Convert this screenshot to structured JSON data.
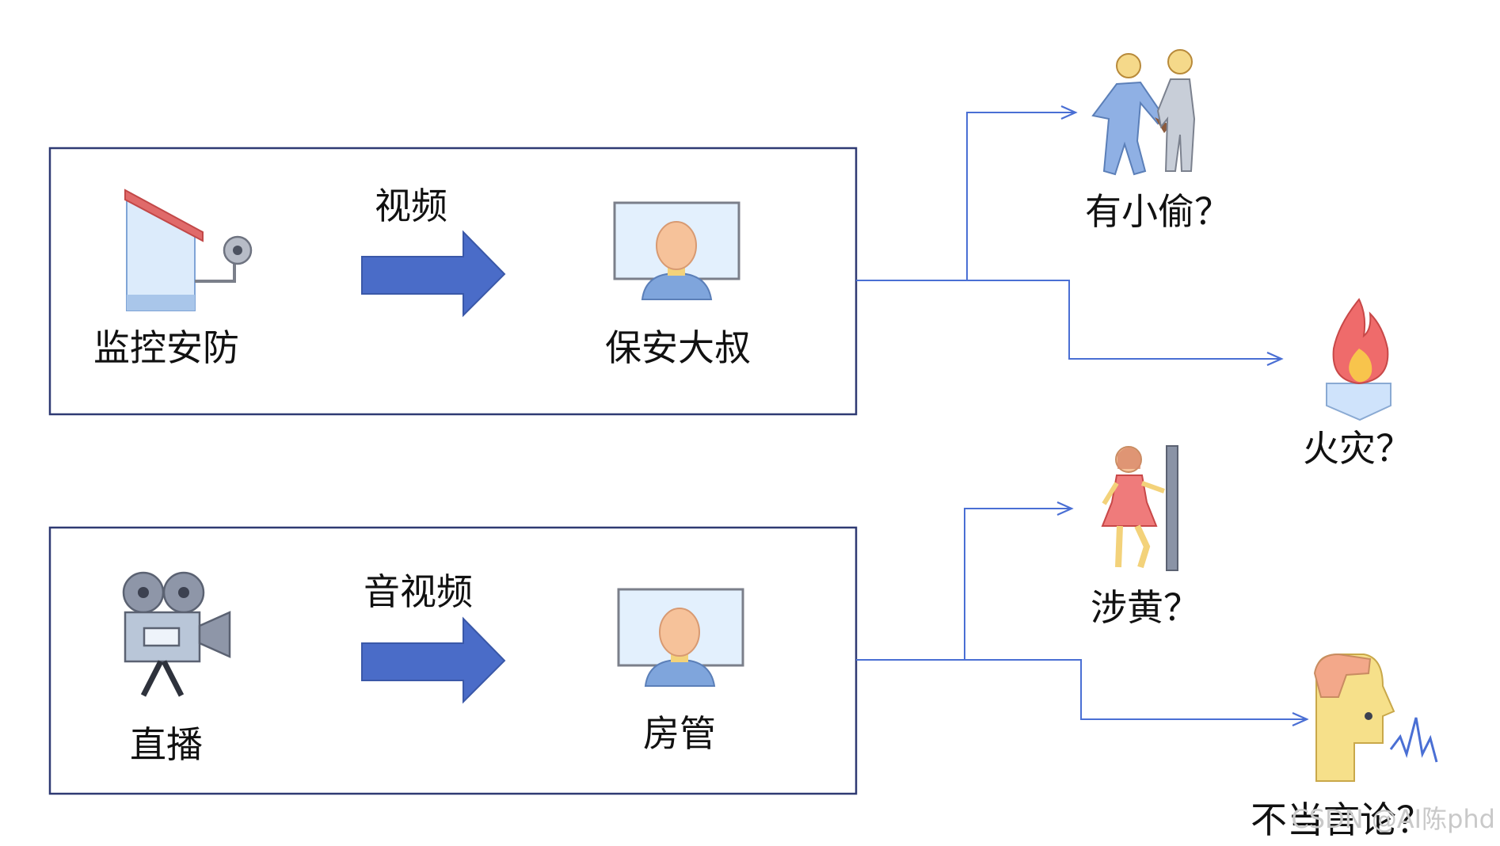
{
  "top_row": {
    "source_label": "监控安防",
    "arrow_label": "视频",
    "reviewer_label": "保安大叔",
    "source_icon": "house-camera-icon",
    "reviewer_icon": "monitor-person-icon"
  },
  "bottom_row": {
    "source_label": "直播",
    "arrow_label": "音视频",
    "reviewer_label": "房管",
    "source_icon": "movie-camera-icon",
    "reviewer_icon": "monitor-person-icon"
  },
  "outcomes": {
    "thief": {
      "label": "有小偷？",
      "icon": "thief-icon"
    },
    "fire": {
      "label": "火灾？",
      "icon": "fire-icon"
    },
    "porn": {
      "label": "涉黄？",
      "icon": "pole-dancer-icon"
    },
    "speech": {
      "label": "不当言论？",
      "icon": "speaking-head-icon"
    }
  },
  "watermark": "CSDN @AI陈phd",
  "colors": {
    "box_border": "#2f3a73",
    "connector": "#4a6fd4",
    "big_arrow": "#4a6cc8"
  }
}
